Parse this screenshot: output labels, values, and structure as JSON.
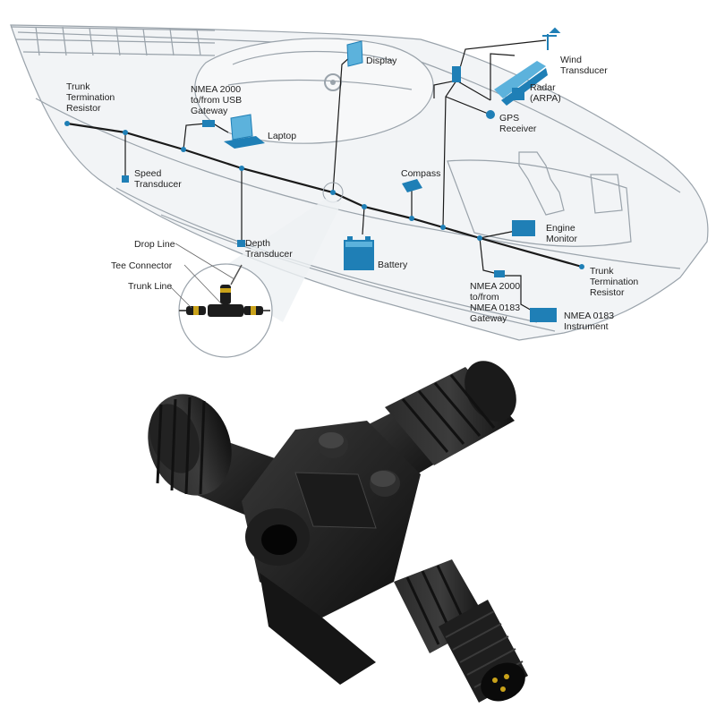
{
  "colors": {
    "background": "#ffffff",
    "boat_outline": "#9aa3ab",
    "boat_fill": "#f2f4f6",
    "trunk_line": "#1a1a1a",
    "device_blue": "#1f7fb6",
    "device_light": "#5cb2dc",
    "connector_black": "#1c1c1c"
  },
  "labels": {
    "trunk_termination_resistor_top": [
      "Trunk",
      "Termination",
      "Resistor"
    ],
    "usb_gateway": [
      "NMEA 2000",
      "to/from USB",
      "Gateway"
    ],
    "laptop": [
      "Laptop"
    ],
    "display": [
      "Display"
    ],
    "wind_transducer": [
      "Wind",
      "Transducer"
    ],
    "radar": [
      "Radar",
      "(ARPA)"
    ],
    "gps_receiver": [
      "GPS",
      "Receiver"
    ],
    "speed_transducer": [
      "Speed",
      "Transducer"
    ],
    "compass": [
      "Compass"
    ],
    "engine_monitor": [
      "Engine",
      "Monitor"
    ],
    "depth_transducer": [
      "Depth",
      "Transducer"
    ],
    "battery": [
      "Battery"
    ],
    "drop_line": [
      "Drop Line"
    ],
    "tee_connector": [
      "Tee Connector"
    ],
    "trunk_line": [
      "Trunk Line"
    ],
    "trunk_termination_resistor_bottom": [
      "Trunk",
      "Termination",
      "Resistor"
    ],
    "nmea0183_gateway": [
      "NMEA 2000",
      "to/from",
      "NMEA 0183",
      "Gateway"
    ],
    "nmea0183_instrument": [
      "NMEA 0183",
      "Instrument"
    ]
  }
}
